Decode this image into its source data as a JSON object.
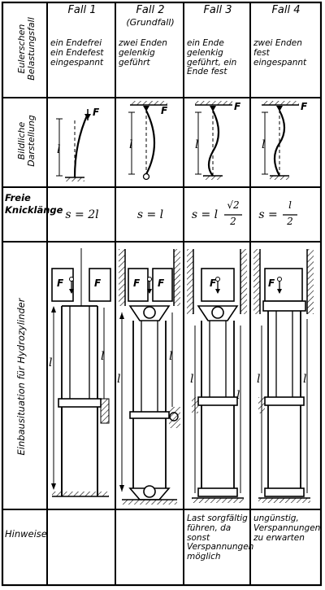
{
  "header": {
    "row_label": "Eulerschen Belastungsfall",
    "cases": [
      {
        "title": "Fall 1",
        "subtitle": "",
        "desc": "ein Endefrei ein Endefest eingespannt"
      },
      {
        "title": "Fall 2",
        "subtitle": "(Grundfall)",
        "desc": "zwei Enden gelenkig geführt"
      },
      {
        "title": "Fall 3",
        "subtitle": "",
        "desc": "ein Ende gelenkig geführt, ein Ende fest"
      },
      {
        "title": "Fall 4",
        "subtitle": "",
        "desc": "zwei Enden fest eingespannt"
      }
    ]
  },
  "rows": {
    "bildliche": "Bildliche Darstellung",
    "knick": "Freie Knicklänge",
    "einbau": "Einbausituation für Hydrozylinder",
    "hinweise": "Hinweise"
  },
  "knick_formulas": [
    "s = 2l",
    "s = l",
    "s = l",
    "s ="
  ],
  "formula3_frac": {
    "num": "√2",
    "den": "2"
  },
  "formula4_frac": {
    "num": "l",
    "den": "2"
  },
  "hinweise_texts": [
    "",
    "",
    "Last sorgfältig führen, da sonst Verspannungen möglich",
    "ungünstig, Verspannungen zu erwarten"
  ],
  "symbols": {
    "force": "F",
    "length": "l"
  }
}
